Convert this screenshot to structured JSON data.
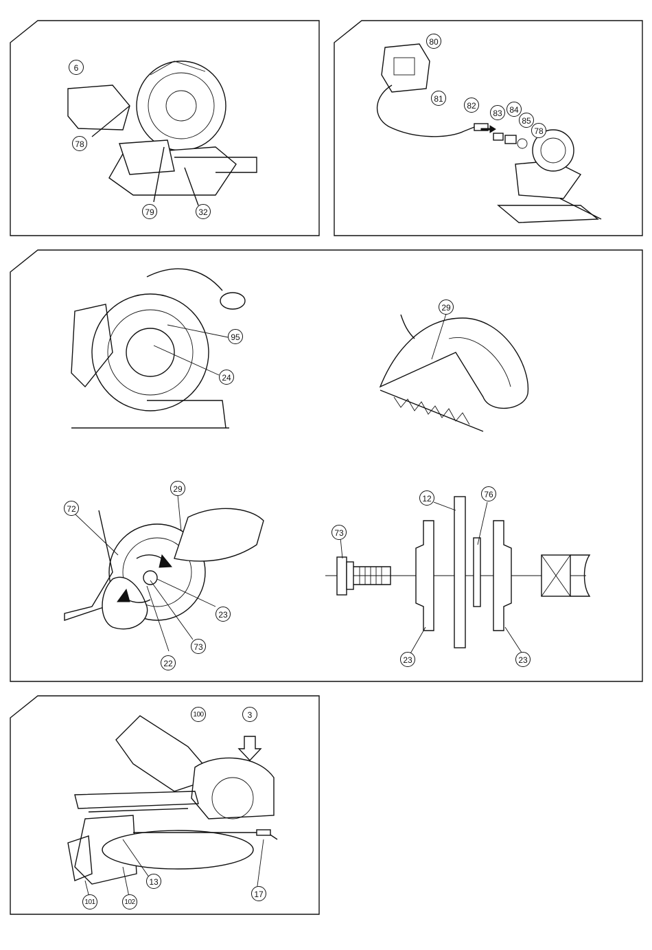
{
  "panels": [
    {
      "id": "panel-1",
      "callouts": [
        "6",
        "78",
        "79",
        "32"
      ]
    },
    {
      "id": "panel-2",
      "callouts": [
        "80",
        "81",
        "82",
        "83",
        "84",
        "85",
        "78"
      ]
    },
    {
      "id": "panel-3",
      "callouts": [
        "95",
        "24",
        "29",
        "72",
        "29",
        "23",
        "73",
        "22",
        "12",
        "76",
        "73",
        "23",
        "23"
      ]
    },
    {
      "id": "panel-4",
      "callouts": [
        "100",
        "3",
        "13",
        "17",
        "101",
        "102"
      ]
    }
  ]
}
